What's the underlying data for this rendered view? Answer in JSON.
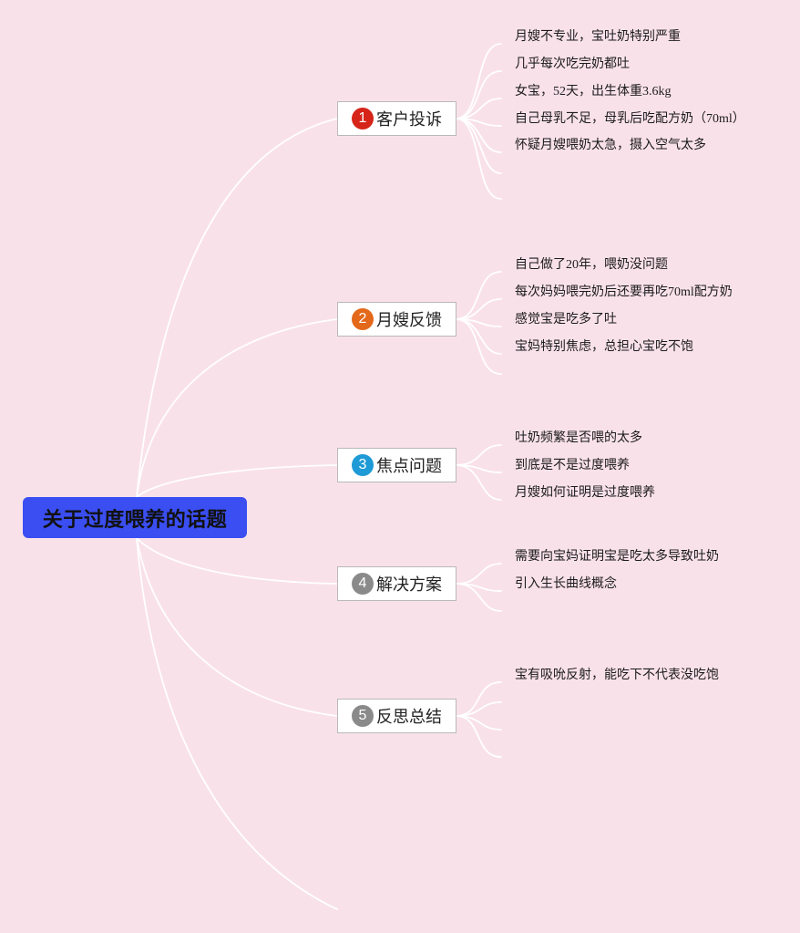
{
  "root": {
    "label": "关于过度喂养的话题"
  },
  "branches": [
    {
      "num": "1",
      "label": "客户投诉",
      "color": "#d62418",
      "items": [
        "月嫂不专业，宝吐奶特别严重",
        "几乎每次吃完奶都吐",
        "女宝，52天，出生体重3.6kg",
        "自己母乳不足，母乳后吃配方奶（70ml）",
        "怀疑月嫂喂奶太急，摄入空气太多"
      ]
    },
    {
      "num": "2",
      "label": "月嫂反馈",
      "color": "#e3681a",
      "items": [
        "自己做了20年，喂奶没问题",
        "每次妈妈喂完奶后还要再吃70ml配方奶",
        "感觉宝是吃多了吐",
        "宝妈特别焦虑，总担心宝吃不饱"
      ]
    },
    {
      "num": "3",
      "label": "焦点问题",
      "color": "#1e9ad6",
      "items": [
        "吐奶频繁是否喂的太多",
        "到底是不是过度喂养",
        "月嫂如何证明是过度喂养"
      ]
    },
    {
      "num": "4",
      "label": "解决方案",
      "color": "#8a8a8a",
      "items": [
        "需要向宝妈证明宝是吃太多导致吐奶",
        "引入生长曲线概念"
      ]
    },
    {
      "num": "5",
      "label": "反思总结",
      "color": "#8a8a8a",
      "items": [
        "宝有吸吮反射，能吃下不代表没吃饱"
      ]
    }
  ]
}
